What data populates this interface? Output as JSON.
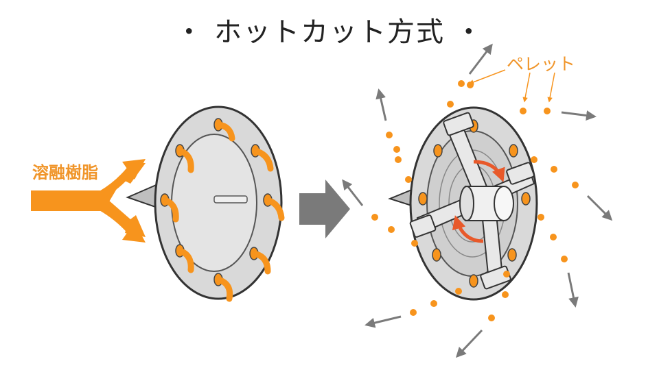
{
  "title": "・ ホットカット方式 ・",
  "labels": {
    "molten_resin": "溶融樹脂",
    "pellet": "ペレット"
  },
  "colors": {
    "orange": "#f7941d",
    "rotation_arrow": "#e8592a",
    "plate_gray": "#d9d9d9",
    "arrow_gray": "#7a7a7a"
  }
}
